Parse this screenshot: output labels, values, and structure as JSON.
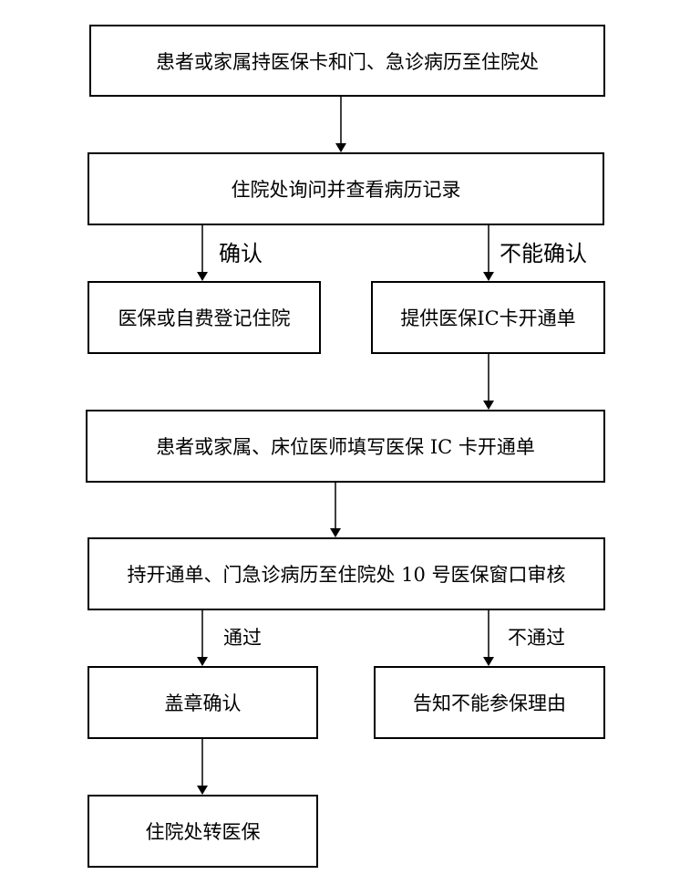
{
  "steps": {
    "s1": "患者或家属持医保卡和门、急诊病历至住院处",
    "s2": "住院处询问并查看病历记录",
    "s3a": "医保或自费登记住院",
    "s3b": "提供医保IC卡开通单",
    "s4": "患者或家属、床位医师填写医保 IC 卡开通单",
    "s5": "持开通单、门急诊病历至住院处 10 号医保窗口审核",
    "s6a": "盖章确认",
    "s6b": "告知不能参保理由",
    "s7": "住院处转医保"
  },
  "edge_labels": {
    "confirm": "确认",
    "cannot_confirm": "不能确认",
    "pass": "通过",
    "fail": "不通过"
  }
}
